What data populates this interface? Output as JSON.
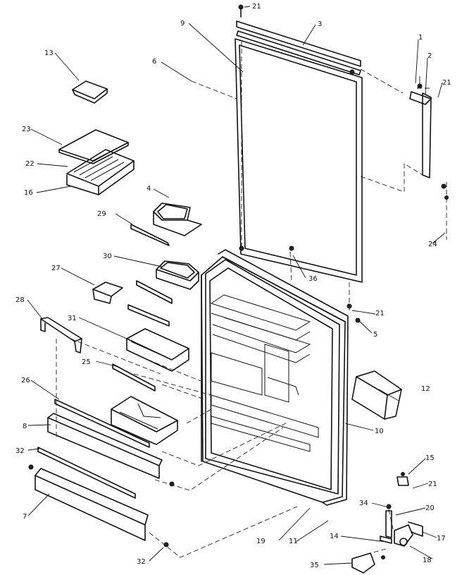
{
  "diagram": {
    "callouts": {
      "c1": "1",
      "c2": "2",
      "c3": "3",
      "c4": "4",
      "c5": "5",
      "c6": "6",
      "c7": "7",
      "c8": "8",
      "c9": "9",
      "c10": "10",
      "c11": "11",
      "c12": "12",
      "c13": "13",
      "c14": "14",
      "c15": "15",
      "c16": "16",
      "c17": "17",
      "c18": "18",
      "c19": "19",
      "c20": "20",
      "c21a": "21",
      "c21b": "21",
      "c21c": "21",
      "c21d": "21",
      "c22": "22",
      "c23": "23",
      "c24": "24",
      "c25": "25",
      "c26": "26",
      "c27": "27",
      "c28": "28",
      "c29": "29",
      "c30": "30",
      "c31": "31",
      "c32a": "32",
      "c32b": "32",
      "c34": "34",
      "c35": "35",
      "c36": "36"
    }
  }
}
